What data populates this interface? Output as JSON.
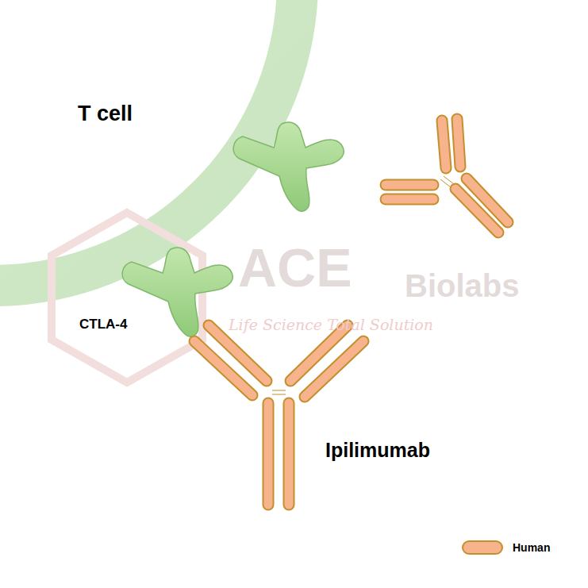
{
  "diagram": {
    "labels": [
      "T cell",
      "ACE",
      "Biolabs",
      "Life Science Total Solution",
      "CTLA-4",
      "Ipilimumab"
    ],
    "legend": [
      {
        "text": "Human",
        "color": "#f7b48c"
      }
    ]
  }
}
